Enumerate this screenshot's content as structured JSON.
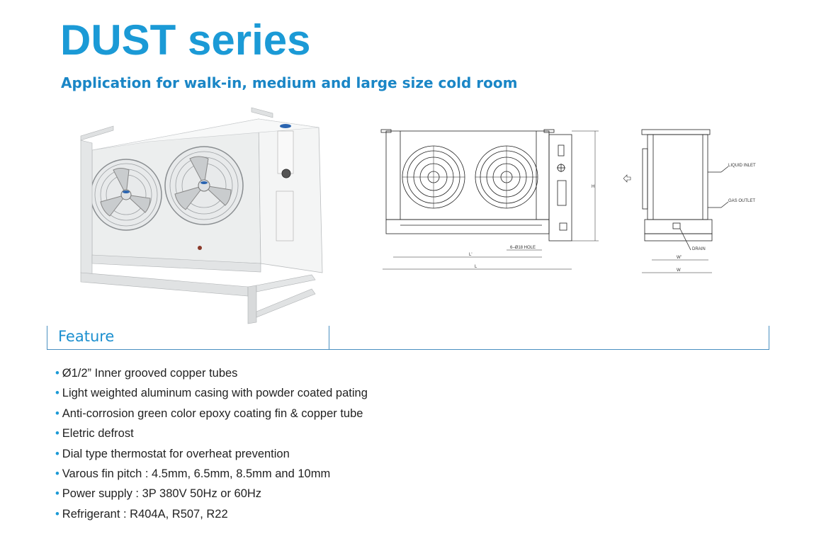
{
  "title": "DUST series",
  "subtitle": "Application for walk-in, medium and large size cold room",
  "drawing_labels": {
    "hole": "6–Ø18 HOLE",
    "l_prime": "L'",
    "l": "L",
    "h": "H",
    "liquid_inlet": "LIQUID INLET",
    "gas_outlet": "GAS OUTLET",
    "drain": "DRAIN",
    "w_prime": "W'",
    "w": "W"
  },
  "feature_heading": "Feature",
  "features": [
    "Ø1/2” Inner grooved copper tubes",
    "Light weighted aluminum casing with powder coated pating",
    "Anti-corrosion green color epoxy coating fin & copper tube",
    "Eletric defrost",
    "Dial type thermostat for overheat prevention",
    "Varous fin pitch : 4.5mm, 6.5mm, 8.5mm and 10mm",
    "Power supply : 3P 380V 50Hz or 60Hz",
    "Refrigerant : R404A, R507, R22"
  ],
  "colors": {
    "accent": "#1b9ad6",
    "subtitle": "#1a86c6",
    "line": "#4a8fc0"
  }
}
